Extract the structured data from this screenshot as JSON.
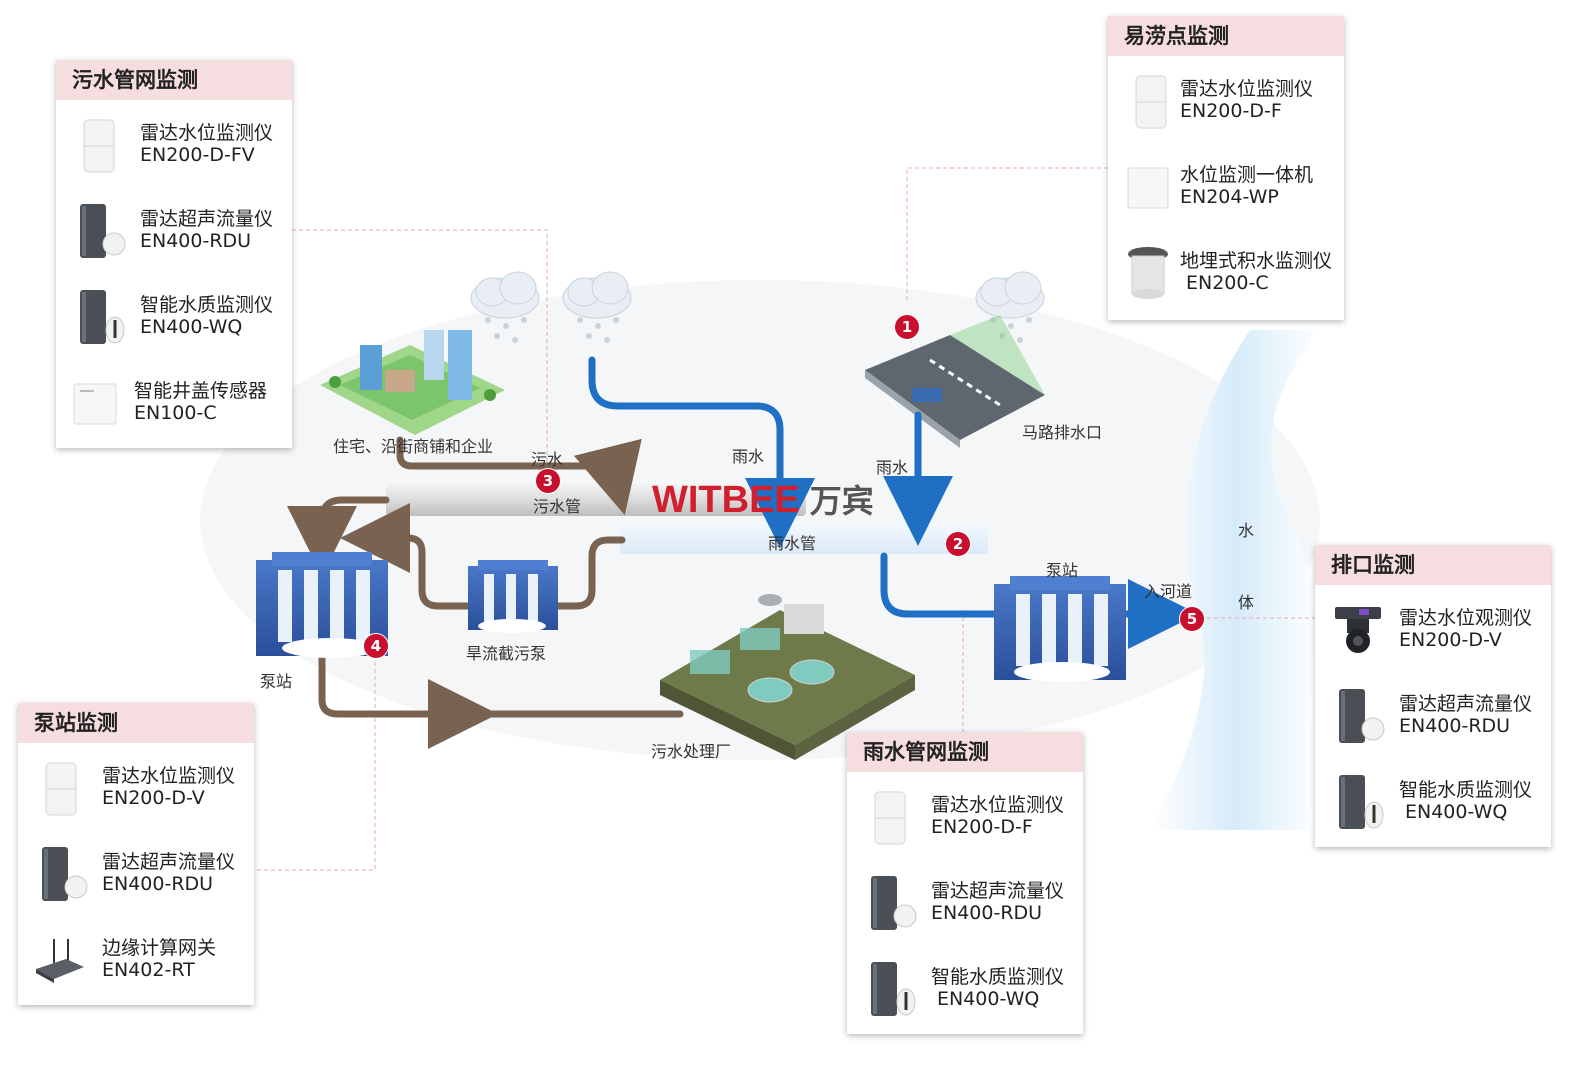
{
  "brand": {
    "en": "WITBEE",
    "cn": "万宾"
  },
  "colors": {
    "rain_pipe": "#1f6fc4",
    "sewage_pipe": "#7a6250",
    "badge": "#c8102e",
    "panel_header": "#f6dde0"
  },
  "panels": {
    "sewage_network": {
      "title": "污水管网监测",
      "devices": [
        {
          "name": "雷达水位监测仪",
          "model": "EN200-D-FV",
          "icon": "radar-level-sensor-icon"
        },
        {
          "name": "雷达超声流量仪",
          "model": "EN400-RDU",
          "icon": "flow-meter-icon"
        },
        {
          "name": "智能水质监测仪",
          "model": "EN400-WQ",
          "icon": "water-quality-icon"
        },
        {
          "name": "智能井盖传感器",
          "model": "EN100-C",
          "icon": "manhole-sensor-icon"
        }
      ]
    },
    "waterlogging": {
      "title": "易涝点监测",
      "devices": [
        {
          "name": "雷达水位监测仪",
          "model": "EN200-D-F",
          "icon": "radar-level-sensor-icon"
        },
        {
          "name": "水位监测一体机",
          "model": "EN204-WP",
          "icon": "level-box-icon"
        },
        {
          "name": "地埋式积水监测仪",
          "model": "EN200-C",
          "icon": "buried-sensor-icon"
        }
      ]
    },
    "pump_station": {
      "title": "泵站监测",
      "devices": [
        {
          "name": "雷达水位监测仪",
          "model": "EN200-D-V",
          "icon": "radar-level-sensor-icon"
        },
        {
          "name": "雷达超声流量仪",
          "model": "EN400-RDU",
          "icon": "flow-meter-icon"
        },
        {
          "name": "边缘计算网关",
          "model": "EN402-RT",
          "icon": "gateway-icon"
        }
      ]
    },
    "rain_network": {
      "title": "雨水管网监测",
      "devices": [
        {
          "name": "雷达水位监测仪",
          "model": "EN200-D-F",
          "icon": "radar-level-sensor-icon"
        },
        {
          "name": "雷达超声流量仪",
          "model": "EN400-RDU",
          "icon": "flow-meter-icon"
        },
        {
          "name": "智能水质监测仪",
          "model": "EN400-WQ",
          "icon": "water-quality-icon"
        }
      ]
    },
    "outfall": {
      "title": "排口监测",
      "devices": [
        {
          "name": "雷达水位观测仪",
          "model": "EN200-D-V",
          "icon": "camera-sensor-icon"
        },
        {
          "name": "雷达超声流量仪",
          "model": "EN400-RDU",
          "icon": "flow-meter-icon"
        },
        {
          "name": "智能水质监测仪",
          "model": "EN400-WQ",
          "icon": "water-quality-icon"
        }
      ]
    }
  },
  "labels": {
    "residential": "住宅、沿街商铺和企业",
    "sewage_flow": "污水",
    "sewage_pipe": "污水管",
    "rain1": "雨水",
    "rain2": "雨水",
    "road_outlet": "马路排水口",
    "rain_pipe": "雨水管",
    "pump_station_left": "泵站",
    "dry_flow_pump": "旱流截污泵",
    "wwtp": "污水处理厂",
    "pump_station_right": "泵站",
    "into_river": "入河道",
    "water_body_1": "水",
    "water_body_2": "体"
  },
  "badges": [
    "1",
    "2",
    "3",
    "4",
    "5"
  ]
}
